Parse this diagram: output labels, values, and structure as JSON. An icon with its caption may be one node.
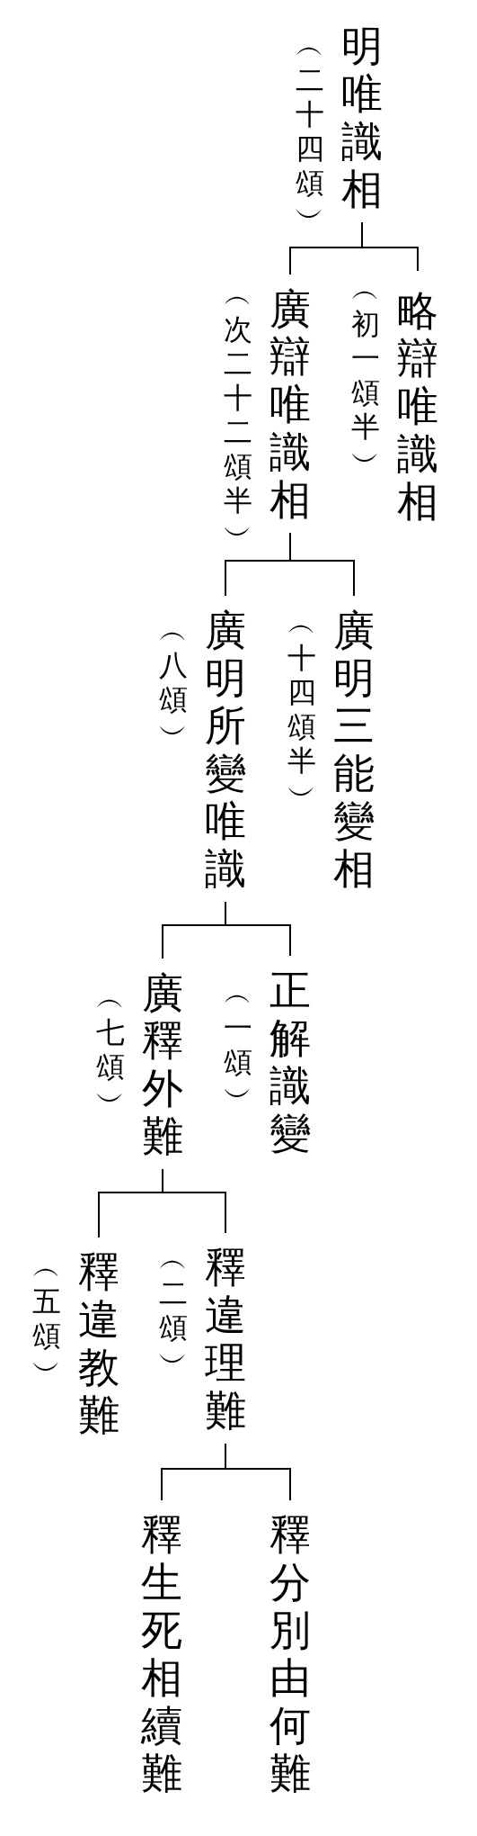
{
  "diagram": {
    "nodes": [
      {
        "text": [
          "明唯識相"
        ],
        "beside": [
          "︵二十四頌︶"
        ]
      },
      {
        "text": [
          "略辯唯識相"
        ],
        "beside": [
          "︵初一頌半︶"
        ]
      },
      {
        "text": [
          "廣辯唯識相"
        ],
        "beside": [
          "︵次二十二頌半︶"
        ]
      },
      {
        "text": [
          "廣明三能變相"
        ],
        "beside": [
          "︵十四頌半︶"
        ]
      },
      {
        "text": [
          "廣明所變唯識"
        ],
        "beside": [
          "︵八頌︶"
        ]
      },
      {
        "text": [
          "正解識變"
        ],
        "beside": [
          "︵一頌︶"
        ]
      },
      {
        "text": [
          "廣釋外難"
        ],
        "beside": [
          "︵七頌︶"
        ]
      },
      {
        "text": [
          "釋違理難"
        ],
        "beside": [
          "︵二頌︶"
        ]
      },
      {
        "text": [
          "釋違教難"
        ],
        "beside": [
          "︵五頌︶"
        ]
      },
      {
        "text": [
          "釋分別由何難"
        ]
      },
      {
        "text": [
          "釋生死相續難"
        ]
      }
    ],
    "edges": [
      {
        "from": 0,
        "to": 1,
        "arrow": "none"
      },
      {
        "from": 0,
        "to": 2,
        "arrow": "none"
      },
      {
        "from": 2,
        "to": 3,
        "arrow": "none"
      },
      {
        "from": 2,
        "to": 4,
        "arrow": "none"
      },
      {
        "from": 4,
        "to": 5,
        "arrow": "none"
      },
      {
        "from": 4,
        "to": 6,
        "arrow": "none"
      },
      {
        "from": 6,
        "to": 7,
        "arrow": "none"
      },
      {
        "from": 6,
        "to": 8,
        "arrow": "none"
      },
      {
        "from": 7,
        "to": 9,
        "arrow": "none"
      },
      {
        "from": 7,
        "to": 10,
        "arrow": "none"
      }
    ]
  }
}
